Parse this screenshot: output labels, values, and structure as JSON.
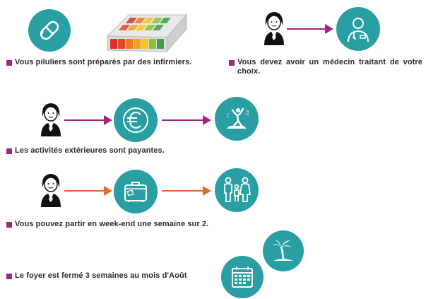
{
  "colors": {
    "teal": "#2a9fa3",
    "magenta": "#a3257e",
    "orange": "#e56a2a",
    "text": "#2b2b2b"
  },
  "items": [
    {
      "text": "Vous piluliers sont préparés par des infirmiers."
    },
    {
      "text": "Vous devez avoir un médecin traitant de votre choix."
    },
    {
      "text": "Les activités extérieures sont payantes."
    },
    {
      "text": "Vous pouvez partir en week-end une semaine sur 2."
    },
    {
      "text": "Le foyer est fermé 3 semaines au mois d'Août"
    }
  ],
  "icons": {
    "pill": "pill-icon",
    "pillbox": "pillbox-image",
    "doctor": "doctor-icon",
    "euro": "euro-icon",
    "dancer": "dancer-icon",
    "suitcase": "suitcase-icon",
    "family": "family-icon",
    "calendar": "calendar-icon",
    "palm": "palm-tree-icon",
    "person": "person-icon"
  }
}
